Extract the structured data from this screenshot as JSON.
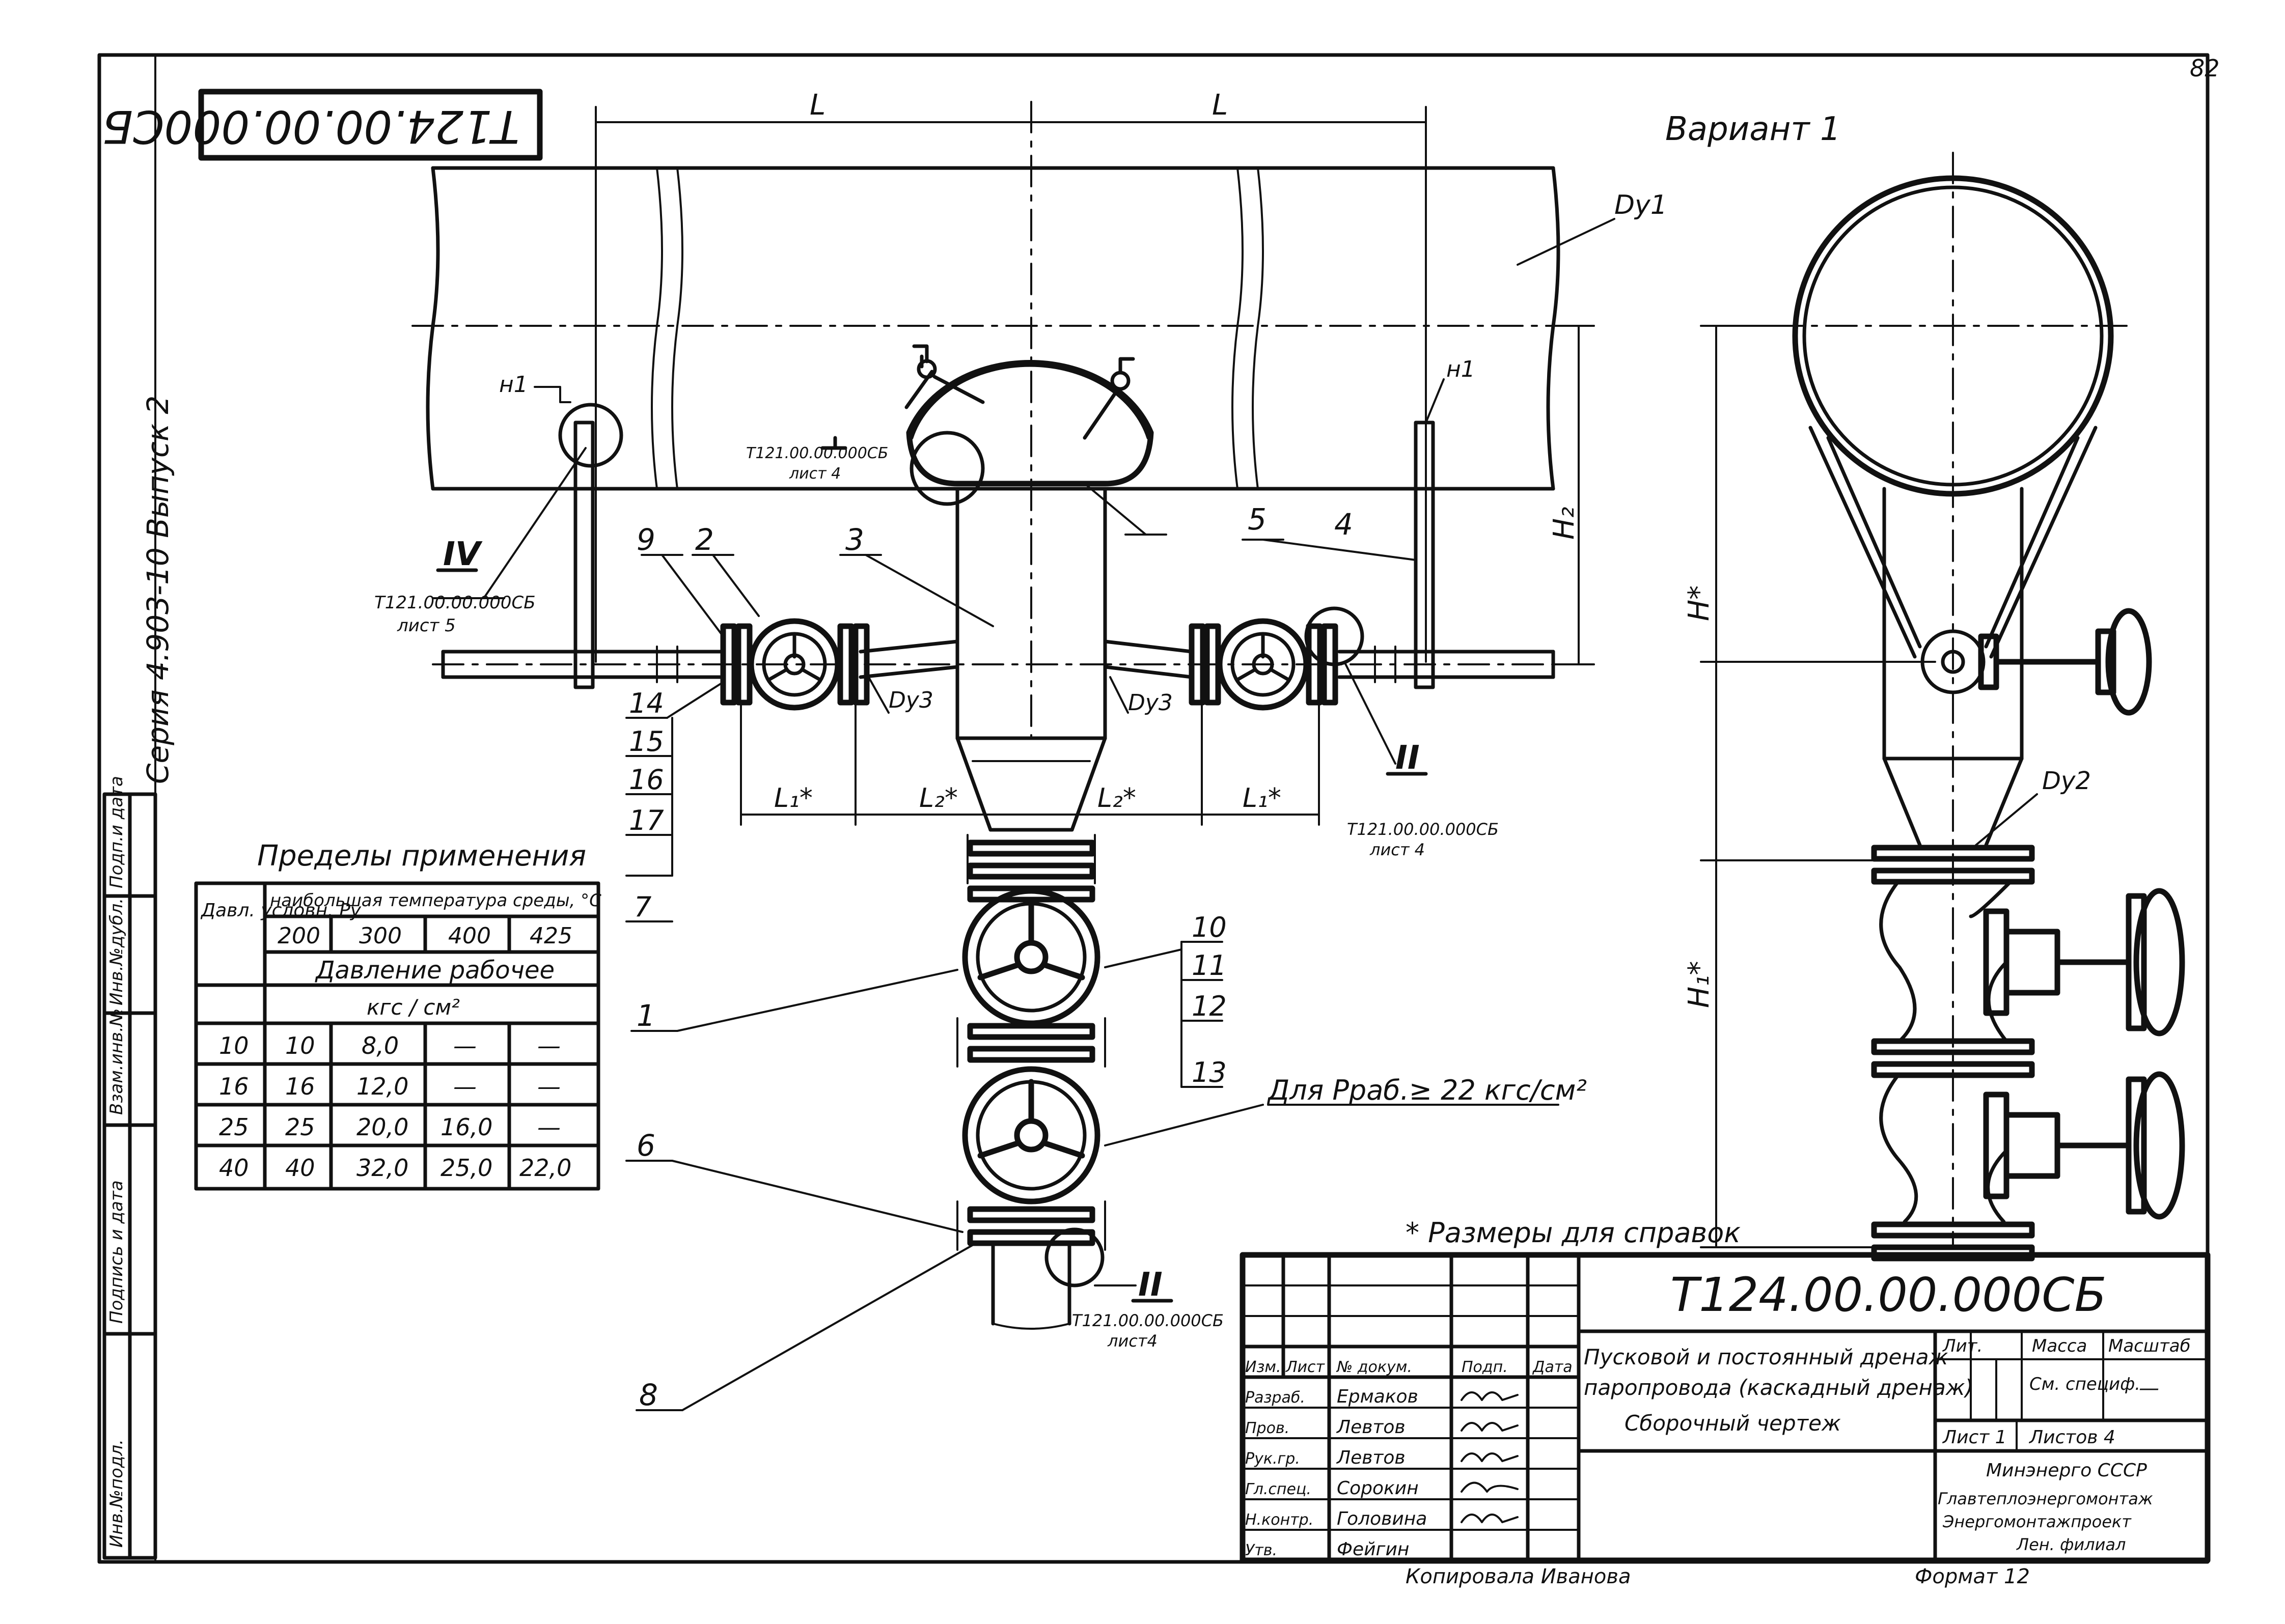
{
  "sheet": {
    "page_number": "82",
    "designation_rotated": "Т124.00.00.000СБ",
    "variant": "Вариант 1",
    "series": "Серия 4.903-10 Выпуск 2",
    "footnote": "* Размеры для справок",
    "copied_by": "Копировала Иванова",
    "format": "Формат 12"
  },
  "dims": {
    "L": "L",
    "L1": "L₁*",
    "L2": "L₂*",
    "H": "H*",
    "H1": "H₁*",
    "H2": "H₂",
    "Dy1": "Dу1",
    "Dy2": "Dу2",
    "Dy3": "Dу3",
    "n1": "н1"
  },
  "callouts": {
    "c1": "1",
    "c2": "2",
    "c3": "3",
    "c4": "4",
    "c5": "5",
    "c6": "6",
    "c7": "7",
    "c8": "8",
    "c9": "9",
    "c10": "10",
    "c11": "11",
    "c12": "12",
    "c13": "13",
    "c14": "14",
    "c15": "15",
    "c16": "16",
    "c17": "17"
  },
  "details": {
    "IV_label": "IV",
    "IV_ref": "Т121.00.00.000СБ",
    "IV_sheet": "лист 5",
    "II_label": "II",
    "II_ref": "Т121.00.00.000СБ",
    "II_sheet": "лист 4",
    "II_b_label": "II",
    "II_b_ref": "Т121.00.00.000СБ",
    "II_b_sheet": "лист4",
    "I_label": "I",
    "I_ref": "Т121.00.00.000СБ",
    "I_sheet": "лист 4",
    "pressure_note": "Для Рраб.≥ 22 кгс/см²"
  },
  "limits_table": {
    "title": "Пределы применения",
    "h_pressure": "Давл. условн. Ру",
    "h_temp": "наибольшая температура среды, °С",
    "temps": [
      "200",
      "300",
      "400",
      "425"
    ],
    "h_work": "Давление рабочее",
    "unit": "кгс / см²",
    "rows": [
      [
        "10",
        "10",
        "8,0",
        "—",
        "—"
      ],
      [
        "16",
        "16",
        "12,0",
        "—",
        "—"
      ],
      [
        "25",
        "25",
        "20,0",
        "16,0",
        "—"
      ],
      [
        "40",
        "40",
        "32,0",
        "25,0",
        "22,0"
      ]
    ]
  },
  "left_strip": [
    "Инв.№подл.",
    "Подпись и дата",
    "Взам.инв.№",
    "Инв.№дубл.",
    "Подп.и дата"
  ],
  "title_block": {
    "designation": "Т124.00.00.000СБ",
    "name1": "Пусковой и постоянный дренаж",
    "name2": "паропровода (каскадный дренаж)",
    "name3": "Сборочный чертеж",
    "hdr": [
      "Изм.",
      "Лист",
      "№ докум.",
      "Подп.",
      "Дата"
    ],
    "roles": [
      "Разраб.",
      "Пров.",
      "Рук.гр.",
      "Гл.спец.",
      "Н.контр.",
      "Утв."
    ],
    "people": [
      "Ермаков",
      "Левтов",
      "Левтов",
      "Сорокин",
      "Головина",
      "Фейгин"
    ],
    "lit": "Лит.",
    "mass": "Масса",
    "scale": "Масштаб",
    "mass_val": "См. специф.",
    "scale_val": "—",
    "sheet": "Лист 1",
    "sheets": "Листов 4",
    "org1": "Минэнерго СССР",
    "org2": "Главтеплоэнергомонтаж",
    "org3": "Энергомонтажпроект",
    "org4": "Лен. филиал"
  }
}
